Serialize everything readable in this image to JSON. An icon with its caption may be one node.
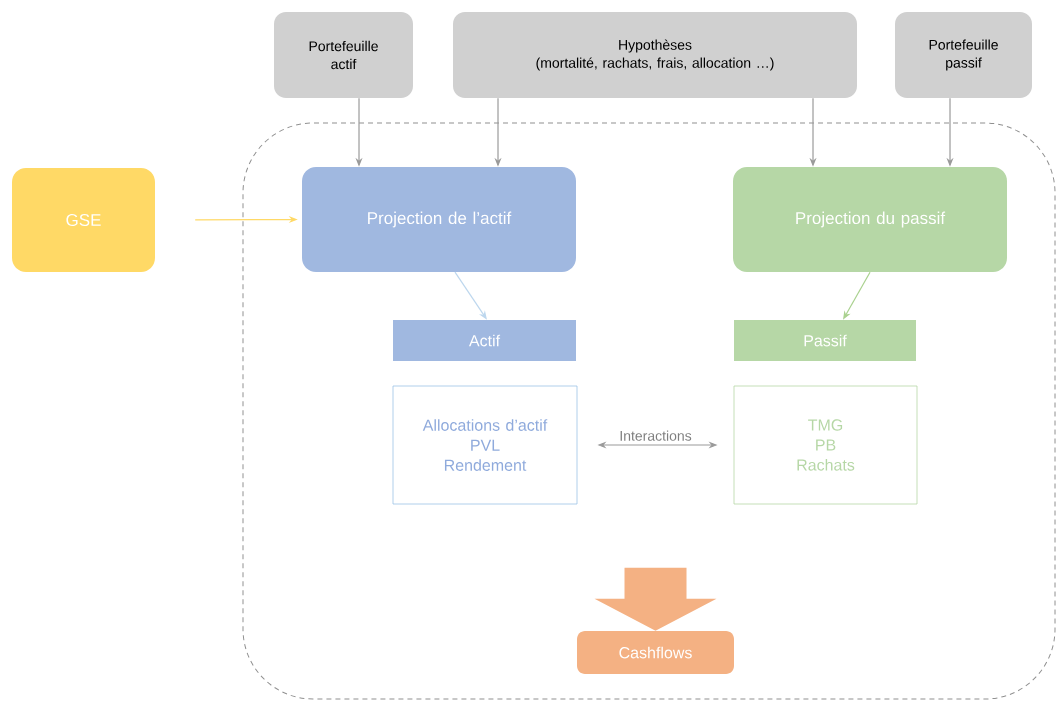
{
  "diagram": {
    "nodes": [
      {
        "text": [
          "Portefeuille actif"
        ]
      },
      {
        "text": [
          "Hypothèses",
          "(mortalité, rachats, frais, allocation …)"
        ]
      },
      {
        "text": [
          "Portefeuille passif"
        ]
      },
      {
        "text": [
          "GSE"
        ]
      },
      {
        "text": [],
        "shape": "box"
      },
      {
        "text": [
          "Projection de l’actif"
        ],
        "in": 4
      },
      {
        "text": [
          "Projection du passif"
        ],
        "in": 4
      },
      {
        "text": [
          "Actif"
        ],
        "in": 4
      },
      {
        "text": [
          "Passif"
        ],
        "in": 4
      },
      {
        "text": [
          "Allocations d’actif",
          "PVL",
          "Rendement"
        ],
        "in": 4
      },
      {
        "text": [
          "TMG",
          "PB",
          "Rachats"
        ],
        "in": 4
      },
      {
        "text": [
          "Cashflows"
        ],
        "in": 4
      }
    ],
    "edges": [
      {
        "from": 0,
        "to": 5,
        "arrow": "to"
      },
      {
        "from": 1,
        "to": 5,
        "arrow": "to"
      },
      {
        "from": 1,
        "to": 6,
        "arrow": "to"
      },
      {
        "from": 2,
        "to": 6,
        "arrow": "to"
      },
      {
        "from": 3,
        "to": 5,
        "arrow": "to",
        "color": "#ffd966"
      },
      {
        "from": 5,
        "to": 7,
        "arrow": "to",
        "color": "#bdd7ee"
      },
      {
        "from": 6,
        "to": 8,
        "arrow": "to",
        "color": "#a9d18e"
      },
      {
        "from": 9,
        "to": 10,
        "arrow": "both",
        "label": "Interactions"
      },
      {
        "from": null,
        "to": 11,
        "arrow": "to",
        "style": "thick",
        "color": "#f4b183"
      }
    ]
  }
}
